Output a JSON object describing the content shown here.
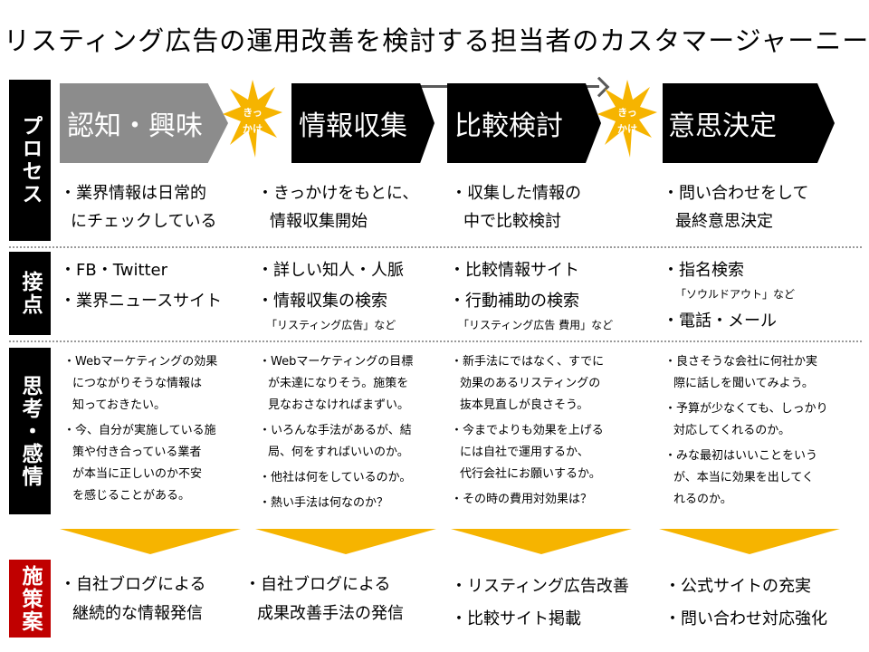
{
  "title": "リスティング広告の運用改善を検討する担当者のカスタマージャーニー",
  "side_labels": {
    "process": "プロセス",
    "touchpoint": "接点",
    "thought": "思考・感情",
    "measure": "施策案"
  },
  "stages": [
    "認知・興味",
    "情報収集",
    "比較検討",
    "意思決定"
  ],
  "trigger_label": [
    "きっ",
    "かけ"
  ],
  "colors": {
    "accent": "#f6b400",
    "measure_label": "#c00000",
    "stage_active": "#000000",
    "stage_first": "#8c8c8c"
  },
  "process": [
    [
      "・業界情報は日常的",
      "にチェックしている"
    ],
    [
      "・きっかけをもとに、",
      "情報収集開始"
    ],
    [
      "・収集した情報の",
      "中で比較検討"
    ],
    [
      "・問い合わせをして",
      "最終意思決定"
    ]
  ],
  "touchpoints": [
    [
      {
        "text": "・FB・Twitter"
      },
      {
        "text": "・業界ニュースサイト"
      }
    ],
    [
      {
        "text": "・詳しい知人・人脈"
      },
      {
        "text": "・情報収集の検索",
        "note": "「リスティング広告」など"
      }
    ],
    [
      {
        "text": "・比較情報サイト"
      },
      {
        "text": "・行動補助の検索",
        "note": "「リスティング広告 費用」など"
      }
    ],
    [
      {
        "text": "・指名検索",
        "note": "「ソウルドアウト」など"
      },
      {
        "text": "・電話・メール"
      }
    ]
  ],
  "thoughts": [
    [
      [
        "・Webマーケティングの効果",
        "につながりそうな情報は",
        "知っておきたい。"
      ],
      [
        "・今、自分が実施している施",
        "策や付き合っている業者",
        "が本当に正しいのか不安",
        "を感じることがある。"
      ]
    ],
    [
      [
        "・Webマーケティングの目標",
        "が未達になりそう。施策を",
        "見なおさなければまずい。"
      ],
      [
        "・いろんな手法があるが、結",
        "局、何をすればいいのか。"
      ],
      [
        "・他社は何をしているのか。"
      ],
      [
        "・熱い手法は何なのか？"
      ]
    ],
    [
      [
        "・新手法にではなく、すでに",
        "効果のあるリスティングの",
        "抜本見直しが良さそう。"
      ],
      [
        "・今までよりも効果を上げる",
        "には自社で運用するか、",
        "代行会社にお願いするか。"
      ],
      [
        "・その時の費用対効果は？"
      ]
    ],
    [
      [
        "・良さそうな会社に何社か実",
        "際に話しを聞いてみよう。"
      ],
      [
        "・予算が少なくても、しっかり",
        "対応してくれるのか。"
      ],
      [
        "・みな最初はいいことをいう",
        "が、本当に効果を出してく",
        "れるのか。"
      ]
    ]
  ],
  "measures": [
    [
      "・自社ブログによる",
      "継続的な情報発信"
    ],
    [
      "・自社ブログによる",
      "成果改善手法の発信"
    ],
    [
      "・リスティング広告改善",
      "・比較サイト掲載"
    ],
    [
      "・公式サイトの充実",
      "・問い合わせ対応強化"
    ]
  ]
}
